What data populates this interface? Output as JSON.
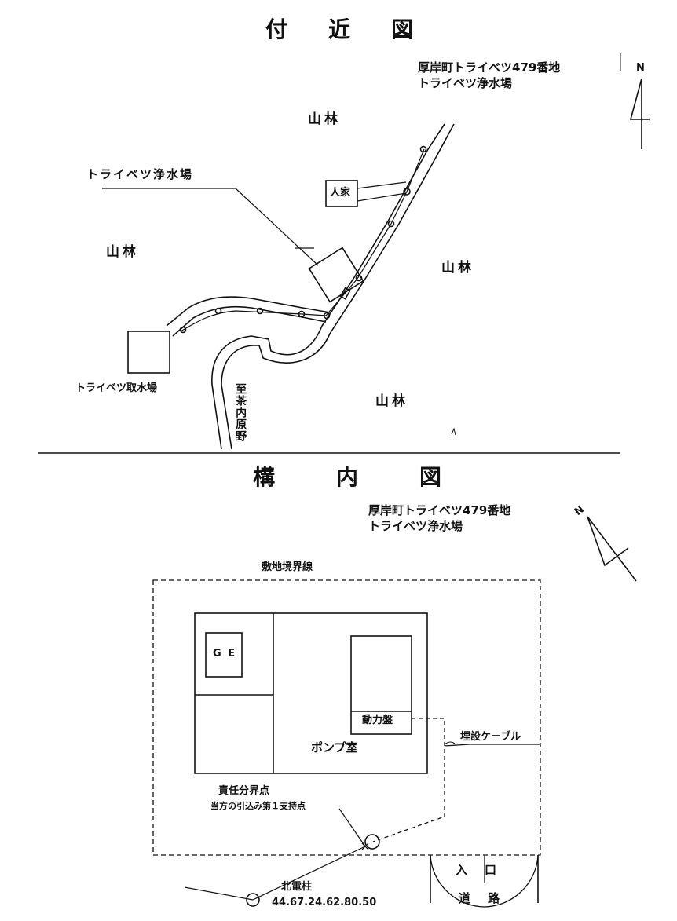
{
  "upper": {
    "title": "付近図",
    "address_line1": "厚岸町トライベツ479番地",
    "address_line2": "トライベツ浄水場",
    "north": "N",
    "forest_top": "山林",
    "forest_left": "山林",
    "forest_right": "山林",
    "forest_bottom": "山林",
    "house": "人家",
    "treatment_plant": "トライベツ浄水場",
    "intake": "トライベツ取水場",
    "road_to": "至茶内原野"
  },
  "lower": {
    "title": "構内図",
    "address_line1": "厚岸町トライベツ479番地",
    "address_line2": "トライベツ浄水場",
    "north": "N",
    "boundary": "敷地境界線",
    "ge": "G E",
    "power_panel": "動力盤",
    "pump_room": "ポンプ室",
    "buried_cable": "埋設ケーブル",
    "demarcation": "責任分界点",
    "demarcation_note": "当方の引込み第１支持点",
    "entrance": "入口",
    "road": "道路",
    "pole_name": "北電柱",
    "pole_number": "44.67.24.62.80.50"
  }
}
